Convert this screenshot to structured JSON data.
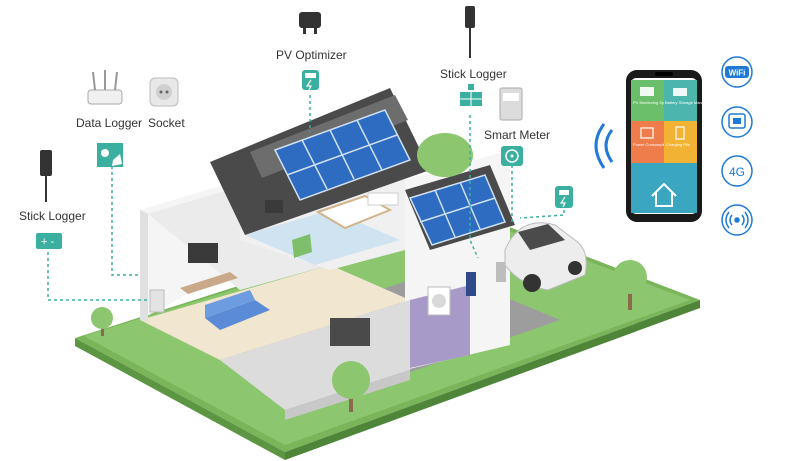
{
  "labels": {
    "pv_optimizer": "PV  Optimizer",
    "stick_logger_top": "Stick Logger",
    "data_logger": "Data Logger",
    "socket": "Socket",
    "smart_meter": "Smart Meter",
    "stick_logger_left": "Stick Logger"
  },
  "phone": {
    "tiles": [
      {
        "label": "PV Monitoring System",
        "color": "#6cbf6a",
        "icon": "solar-panel-icon"
      },
      {
        "label": "Battery Storage Management",
        "color": "#4db6ac",
        "icon": "battery-icon"
      },
      {
        "label": "Power Consumption",
        "color": "#ef7d4b",
        "icon": "plug-icon"
      },
      {
        "label": "Charging Pile",
        "color": "#f2b233",
        "icon": "charger-icon"
      }
    ],
    "home_icon": "home-icon"
  },
  "connectivity": [
    {
      "label": "WiFi",
      "icon": "wifi-icon"
    },
    {
      "label": "",
      "icon": "ethernet-icon"
    },
    {
      "label": "4G",
      "icon": "4g-icon"
    },
    {
      "label": "",
      "icon": "wireless-signal-icon"
    }
  ],
  "colors": {
    "accent": "#3bb0a0",
    "grass": "#8cc66f",
    "roof": "#4a4a4a",
    "solar_panel": "#2d6cc0",
    "wall": "#f4f4f4"
  }
}
